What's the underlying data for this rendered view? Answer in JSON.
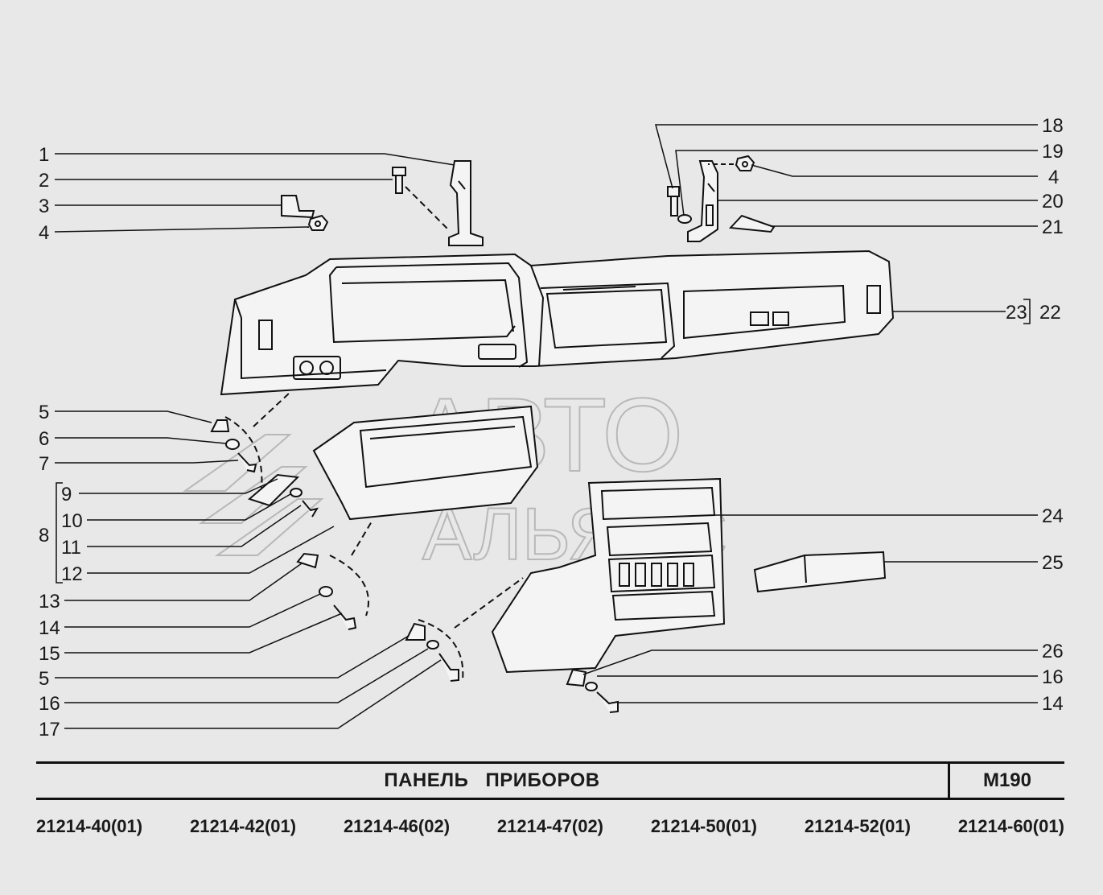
{
  "callouts": {
    "c1": "1",
    "c2": "2",
    "c3": "3",
    "c4a": "4",
    "c4b": "4",
    "c5a": "5",
    "c5b": "5",
    "c6": "6",
    "c7": "7",
    "c8": "8",
    "c9": "9",
    "c10": "10",
    "c11": "11",
    "c12": "12",
    "c13": "13",
    "c14a": "14",
    "c14b": "14",
    "c15": "15",
    "c16a": "16",
    "c16b": "16",
    "c17": "17",
    "c18": "18",
    "c19": "19",
    "c20": "20",
    "c21": "21",
    "c22": "22",
    "c23": "23",
    "c24": "24",
    "c25": "25",
    "c26": "26"
  },
  "watermark": {
    "line1": "АВТО",
    "line2": "АЛЬЯНС"
  },
  "title": {
    "main": "ПАНЕЛЬ ПРИБОРОВ",
    "code": "М190"
  },
  "models": [
    "21214-40(01)",
    "21214-42(01)",
    "21214-46(02)",
    "21214-47(02)",
    "21214-50(01)",
    "21214-52(01)",
    "21214-60(01)"
  ]
}
